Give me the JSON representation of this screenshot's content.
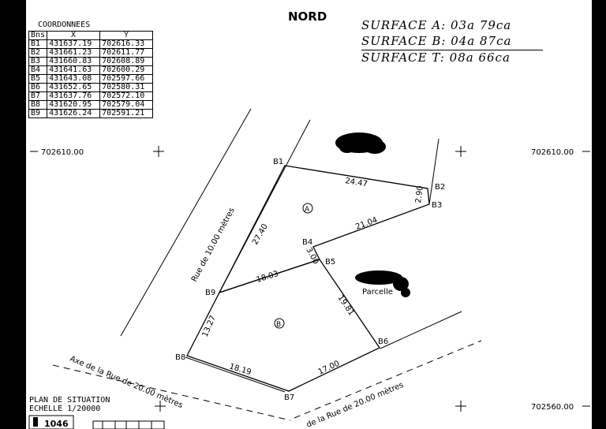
{
  "header": {
    "north_label": "NORD"
  },
  "surfaces": [
    {
      "label": "SURFACE A:",
      "value": "03a 79ca"
    },
    {
      "label": "SURFACE B:",
      "value": "04a 87ca"
    },
    {
      "label": "SURFACE T:",
      "value": "08a 66ca"
    }
  ],
  "coordinates": {
    "title": "COORDONNEES",
    "headers": [
      "Bns",
      "X",
      "Y"
    ],
    "rows": [
      [
        "B1",
        "431637.19",
        "702616.33"
      ],
      [
        "B2",
        "431661.23",
        "702611.77"
      ],
      [
        "B3",
        "431660.83",
        "702608.89"
      ],
      [
        "B4",
        "431641.63",
        "702600.29"
      ],
      [
        "B5",
        "431643.08",
        "702597.66"
      ],
      [
        "B6",
        "431652.65",
        "702580.31"
      ],
      [
        "B7",
        "431637.76",
        "702572.10"
      ],
      [
        "B8",
        "431620.95",
        "702579.04"
      ],
      [
        "B9",
        "431626.24",
        "702591.21"
      ]
    ]
  },
  "grid_labels": {
    "left_top": "702610.00",
    "right_top": "702610.00",
    "right_bottom": "702560.00"
  },
  "points": {
    "B1": "B1",
    "B2": "B2",
    "B3": "B3",
    "B4": "B4",
    "B5": "B5",
    "B6": "B6",
    "B7": "B7",
    "B8": "B8",
    "B9": "B9"
  },
  "distances": {
    "b1_b2": "24.47",
    "b2_b3": "2.90",
    "b3_b4": "21.04",
    "b4_b5": "3.00",
    "b5_b6": "19.81",
    "b6_b7": "17.00",
    "b7_b8": "18.19",
    "b8_b9": "13.27",
    "b9_b1": "27.40",
    "b9_b5": "18.03"
  },
  "zones": {
    "a": "A",
    "b": "B"
  },
  "labels": {
    "parcelle": "Parcelle",
    "street_10m": "Rue de 10.00 mètres",
    "street_axis": "Axe de la Rue de 20.00 mètres",
    "street_20m": "de la Rue de 20.00 mètres"
  },
  "plan": {
    "title": "PLAN DE SITUATION",
    "scale": "ECHELLE 1/20000",
    "ref_number": "1046"
  }
}
